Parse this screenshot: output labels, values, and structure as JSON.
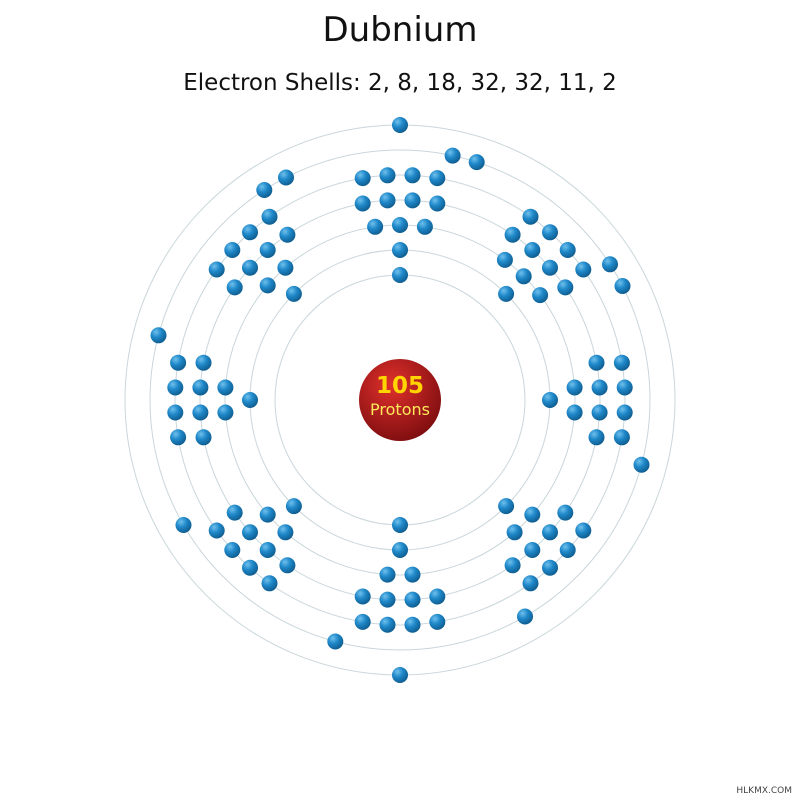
{
  "title": "Dubnium",
  "subtitle": "Electron Shells: 2, 8, 18, 32, 32, 11, 2",
  "nucleus": {
    "number": "105",
    "label": "Protons"
  },
  "shells": [
    2,
    8,
    18,
    32,
    32,
    11,
    2
  ],
  "credit": "HLKMX.COM",
  "colors": {
    "orbit": "#c9d6db",
    "electron_light": "#6fc0ec",
    "electron_mid": "#1f88c9",
    "electron_dark": "#0e5a8c",
    "nucleus_light": "#e0302c",
    "nucleus_dark": "#7d0d0f",
    "nucleus_number": "#ffd400",
    "nucleus_label": "#ffe95a"
  }
}
